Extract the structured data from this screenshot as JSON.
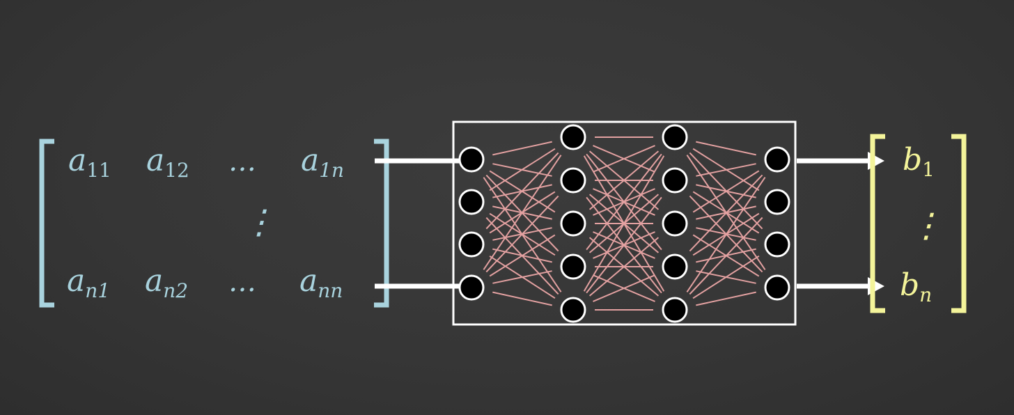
{
  "colors": {
    "background": "#363636",
    "matrix_a": "#a9d3de",
    "vector_b": "#f4f49a",
    "box": "#ffffff",
    "arrow": "#ffffff",
    "connection": "#e3a1a1",
    "neuron_fill": "#000000",
    "neuron_stroke": "#ffffff"
  },
  "matrix_a": {
    "rows": [
      [
        {
          "base": "a",
          "sub": "11"
        },
        {
          "base": "a",
          "sub": "12"
        },
        {
          "dots": "…"
        },
        {
          "base": "a",
          "sub": "1n"
        }
      ],
      [
        {
          "base": "a",
          "sub": "n1"
        },
        {
          "base": "a",
          "sub": "n2"
        },
        {
          "dots": "…"
        },
        {
          "base": "a",
          "sub": "nn"
        }
      ]
    ],
    "vdots": "⋮"
  },
  "vector_b": {
    "entries": [
      {
        "base": "b",
        "sub": "1"
      },
      {
        "base": "b",
        "sub": "n"
      }
    ],
    "vdots": "⋮"
  },
  "network": {
    "layers": [
      4,
      5,
      5,
      4
    ],
    "inner_edges": "fully-connected"
  }
}
